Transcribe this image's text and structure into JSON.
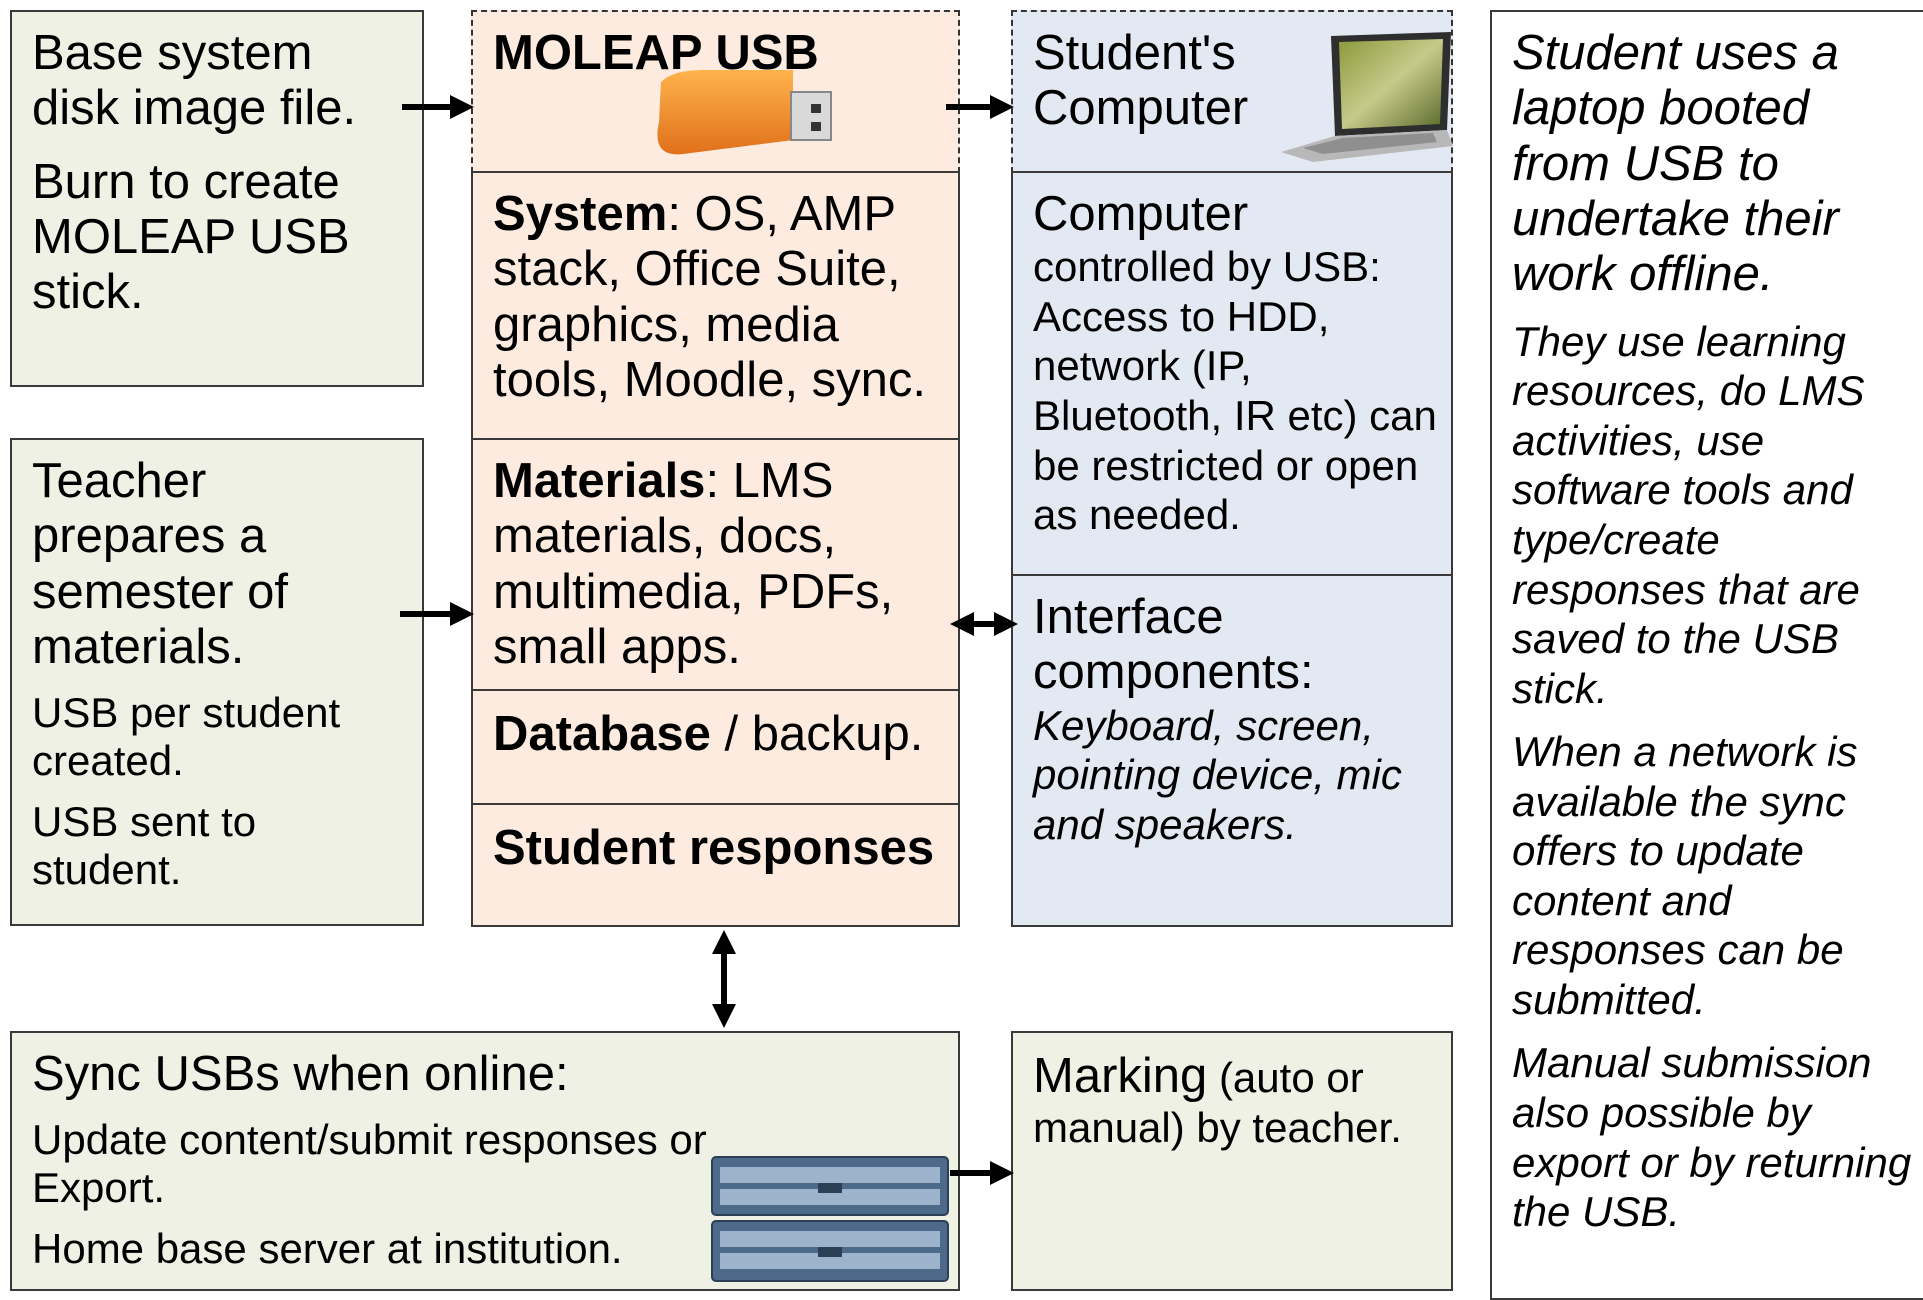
{
  "base": {
    "line1": "Base system disk image file.",
    "line2": "Burn to create MOLEAP USB stick."
  },
  "teacher": {
    "line1": "Teacher prepares a semester of materials.",
    "line2": "USB per student created.",
    "line3": "USB sent to student."
  },
  "usb": {
    "title": "MOLEAP USB",
    "system_label": "System",
    "system_text": ": OS, AMP stack, Office Suite, graphics, media tools, Moodle, sync.",
    "materials_label": "Materials",
    "materials_text": ": LMS materials, docs, multimedia, PDFs, small apps.",
    "database_label": "Database",
    "database_text": " / backup.",
    "responses_label": "Student responses"
  },
  "computer": {
    "title": "Student's Computer",
    "control_head": "Computer",
    "control_text": "controlled by USB: Access to HDD, network (IP, Bluetooth, IR etc) can be restricted or open as needed.",
    "interface_head": "Interface components:",
    "interface_text": "Keyboard, screen, pointing device, mic and speakers."
  },
  "sync": {
    "title": "Sync USBs when online:",
    "line1": "Update content/submit responses or Export.",
    "line2": "Home base server at institution."
  },
  "marking": {
    "head": "Marking",
    "text": " (auto or manual) by teacher."
  },
  "notes": {
    "p1": "Student uses a laptop booted from USB to undertake their work offline.",
    "p2": "They use learning resources, do LMS activities, use software tools and type/create responses that are saved to the USB stick.",
    "p3": "When a network is available the sync offers to update content and responses can be submitted.",
    "p4": "Manual submission also possible by export or by returning the USB."
  },
  "colors": {
    "green_box": "#eef1e3",
    "peach_box": "#fdebe0",
    "blue_box": "#e3e9f3",
    "border": "#3a3a3a",
    "usb_orange": "#f08a24"
  },
  "icons": [
    "usb-stick-icon",
    "laptop-icon",
    "server-rack-icon"
  ]
}
